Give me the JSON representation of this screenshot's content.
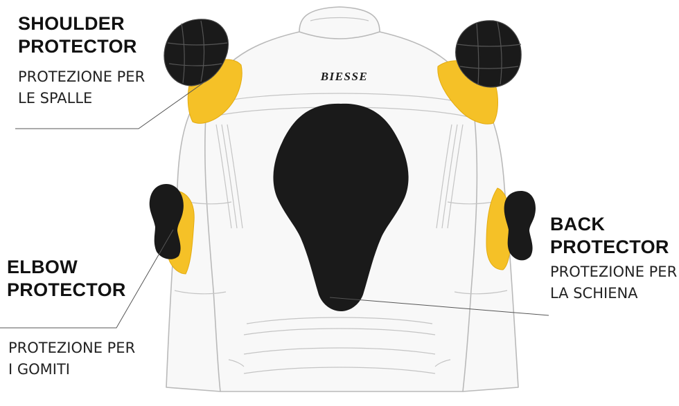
{
  "brand": "BIESSE",
  "colors": {
    "jacket_fill": "#f8f8f8",
    "jacket_outline": "#b9b9b9",
    "protector": "#1a1a1a",
    "pad_yellow": "#f5c127",
    "leader_line": "#555555"
  },
  "callouts": {
    "shoulder": {
      "title_line1": "SHOULDER",
      "title_line2": "PROTECTOR",
      "sub_line1": "PROTEZIONE PER",
      "sub_line2": "LE SPALLE"
    },
    "elbow": {
      "title_line1": "ELBOW",
      "title_line2": "PROTECTOR",
      "sub_line1": "PROTEZIONE PER",
      "sub_line2": "I GOMITI"
    },
    "back": {
      "title_line1": "BACK",
      "title_line2": "PROTECTOR",
      "sub_line1": "PROTEZIONE PER",
      "sub_line2": "LA SCHIENA"
    }
  }
}
